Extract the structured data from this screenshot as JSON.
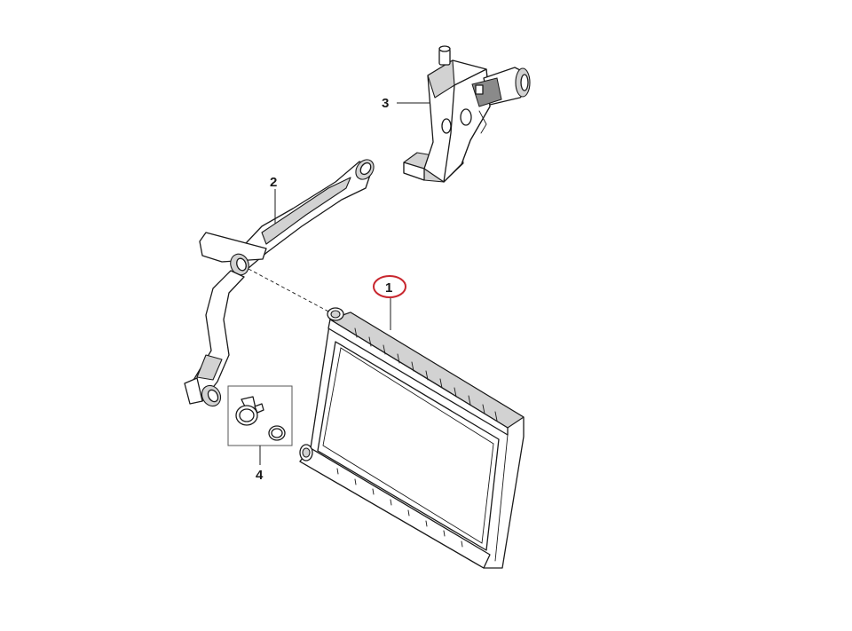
{
  "callouts": {
    "part1": "1",
    "part2": "2",
    "part3": "3",
    "part4": "4"
  },
  "highlight_color": "#c8262e",
  "highlighted_callout": "1"
}
